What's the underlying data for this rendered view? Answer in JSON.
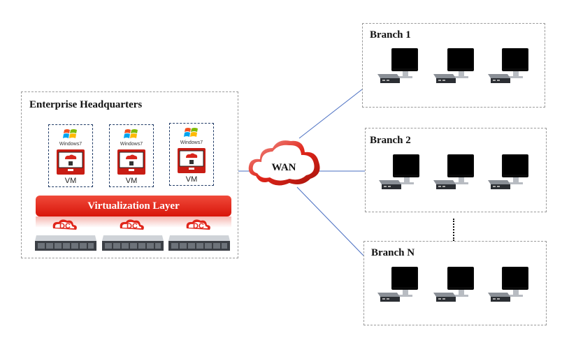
{
  "headquarters": {
    "title": "Enterprise Headquarters",
    "vms": [
      {
        "os_text": "Windows7",
        "label": "VM"
      },
      {
        "os_text": "Windows7",
        "label": "VM"
      },
      {
        "os_text": "Windows7",
        "label": "VM"
      }
    ],
    "virtualization_layer": "Virtualization Layer",
    "server_badge": "DC"
  },
  "wan": {
    "label": "WAN"
  },
  "branches": [
    {
      "title": "Branch 1"
    },
    {
      "title": "Branch 2"
    },
    {
      "title": "Branch N"
    }
  ],
  "colors": {
    "accent_red": "#e0251a",
    "link_blue": "#4a6fc2"
  }
}
